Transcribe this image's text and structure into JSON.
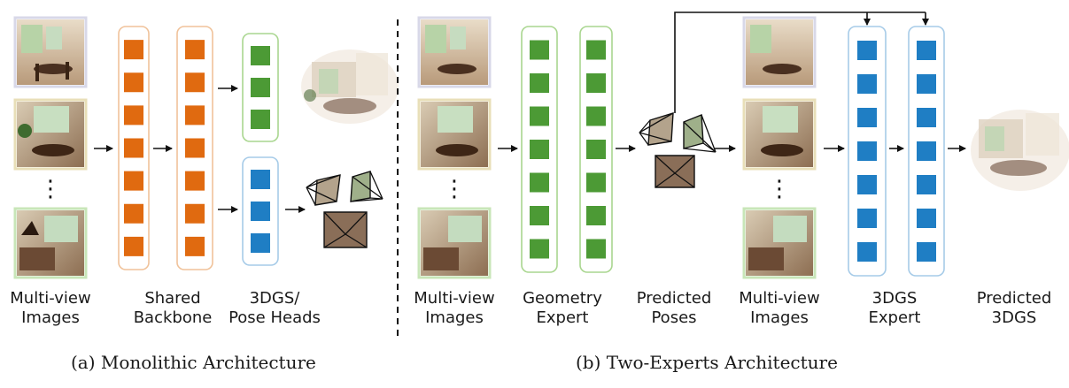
{
  "labels": {
    "multiview_a_line1": "Multi-view",
    "multiview_a_line2": "Images",
    "backbone_line1": "Shared",
    "backbone_line2": "Backbone",
    "heads_line1": "3DGS/",
    "heads_line2": "Pose Heads",
    "multiview_b1_line1": "Multi-view",
    "multiview_b1_line2": "Images",
    "geometry_line1": "Geometry",
    "geometry_line2": "Expert",
    "poses_line1": "Predicted",
    "poses_line2": "Poses",
    "multiview_b2_line1": "Multi-view",
    "multiview_b2_line2": "Images",
    "gs_expert_line1": "3DGS",
    "gs_expert_line2": "Expert",
    "pred_gs_line1": "Predicted",
    "pred_gs_line2": "3DGS",
    "ellipsis": "⋮"
  },
  "captions": {
    "a": "(a) Monolithic Architecture",
    "b": "(b) Two-Experts Architecture"
  },
  "colors": {
    "orange": "#e06a10",
    "green": "#4c9a35",
    "blue": "#1f7ec4",
    "orange_border": "#f0c29a",
    "green_border": "#a9d68f",
    "blue_border": "#a6cbe8"
  }
}
